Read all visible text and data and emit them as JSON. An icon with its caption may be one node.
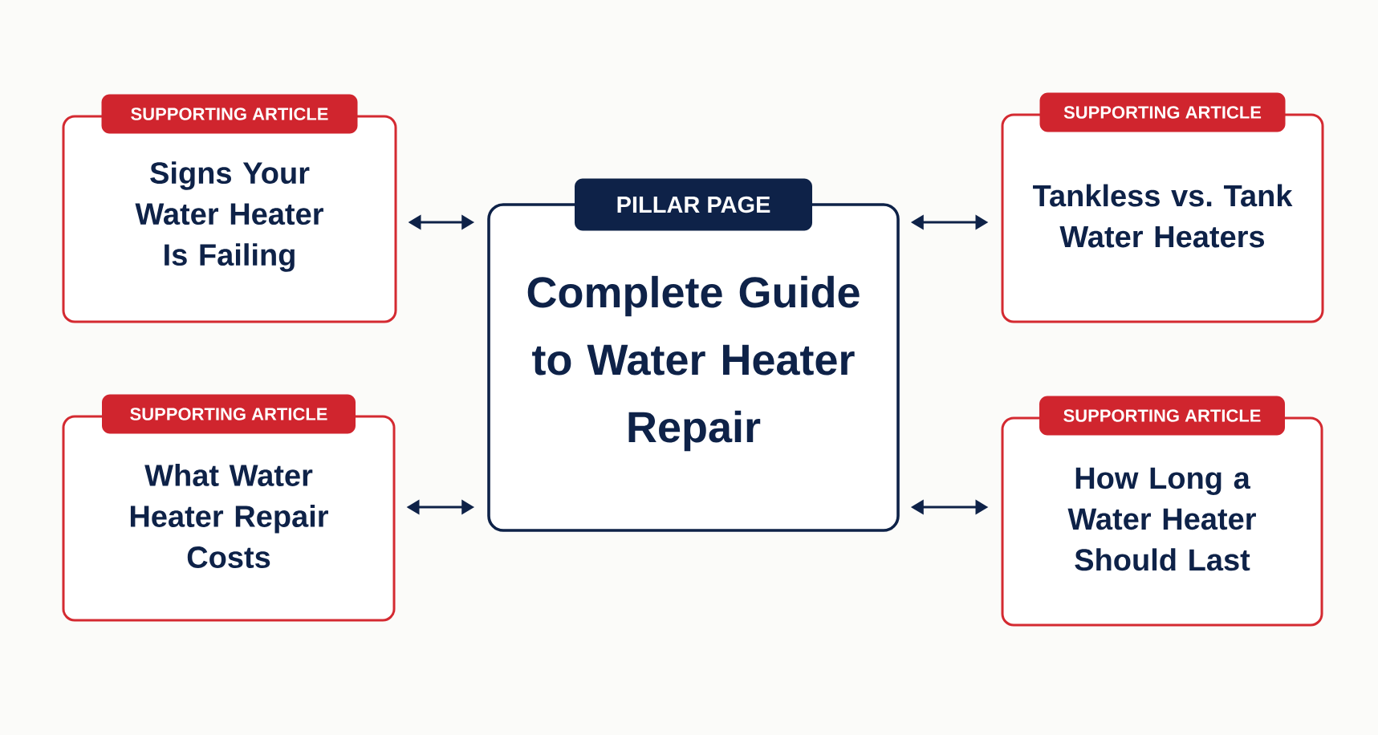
{
  "diagram": {
    "nodes": [
      {
        "text": [
          "SUPPORTING ARTICLE",
          "Signs Your Water Heater Is Failing"
        ]
      },
      {
        "text": [
          "PILLAR PAGE",
          "Complete Guide to Water Heater Repair"
        ]
      },
      {
        "text": [
          "SUPPORTING ARTICLE",
          "Tankless vs. Tank Water Heaters"
        ]
      },
      {
        "text": [
          "SUPPORTING ARTICLE",
          "What Water Heater Repair Costs"
        ]
      },
      {
        "text": [
          "SUPPORTING ARTICLE",
          "How Long a Water Heater Should Last"
        ]
      }
    ],
    "edges": [
      {
        "from": 0,
        "to": 1,
        "arrow": "both"
      },
      {
        "from": 1,
        "to": 2,
        "arrow": "both"
      },
      {
        "from": 3,
        "to": 1,
        "arrow": "both"
      },
      {
        "from": 1,
        "to": 4,
        "arrow": "both"
      }
    ]
  }
}
